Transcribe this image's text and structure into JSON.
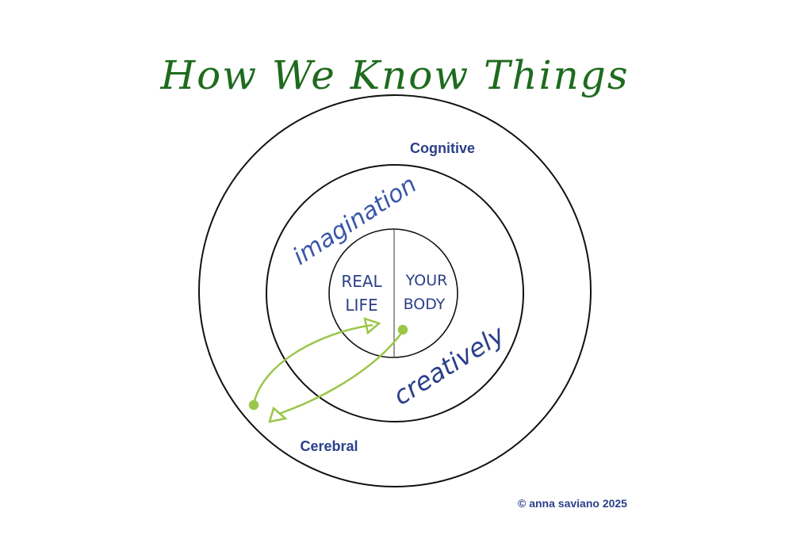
{
  "title": "How We Know Things",
  "labels": {
    "cognitive": "Cognitive",
    "imagination": "imagination",
    "real_life_1": "REAL",
    "real_life_2": "LIFE",
    "your_body_1": "YOUR",
    "your_body_2": "BODY",
    "creatively": "creatively",
    "cerebral": "Cerebral"
  },
  "copyright": "© anna saviano 2025",
  "colors": {
    "title": "#1e6b1e",
    "label_blue": "#2b3f8a",
    "hand_blue": "#3a56a8",
    "arrow_green": "#9cc64a",
    "circle": "#111111"
  }
}
